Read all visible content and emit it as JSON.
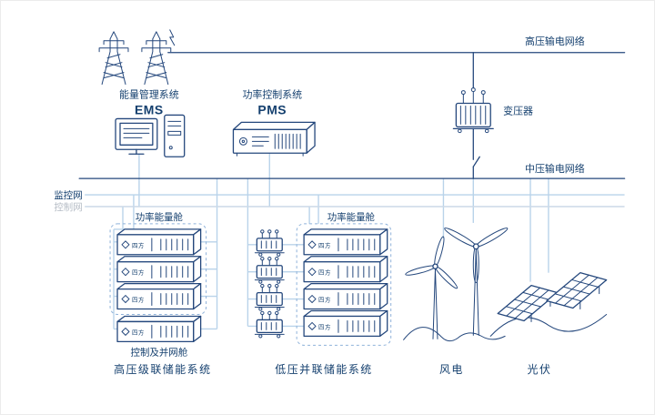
{
  "net": {
    "hv": "高压输电网络",
    "mv": "中压输电网络",
    "monitor": "监控网",
    "control": "控制网"
  },
  "ems": {
    "title": "能量管理系统",
    "abbr": "EMS"
  },
  "pms": {
    "title": "功率控制系统",
    "abbr": "PMS"
  },
  "transformer": {
    "label": "变压器"
  },
  "hv_storage": {
    "cabin_label": "功率能量舱",
    "control_cabin_label": "控制及并网舱",
    "system_label": "高压级联储能系统",
    "brand": "四方",
    "unit_count": 4
  },
  "lv_storage": {
    "cabin_label": "功率能量舱",
    "system_label": "低压并联储能系统",
    "brand": "四方",
    "unit_count": 4
  },
  "wind": {
    "label": "风电"
  },
  "pv": {
    "label": "光伏"
  },
  "colors": {
    "outline_navy": "#24477c",
    "text_navy": "#15406f",
    "connector_light_blue": "#b9d3ea",
    "connector_gray_blue": "#ccd9e7",
    "dashed_border": "#8fb2da",
    "gray_text": "#b6bdc6",
    "background": "#ffffff"
  }
}
